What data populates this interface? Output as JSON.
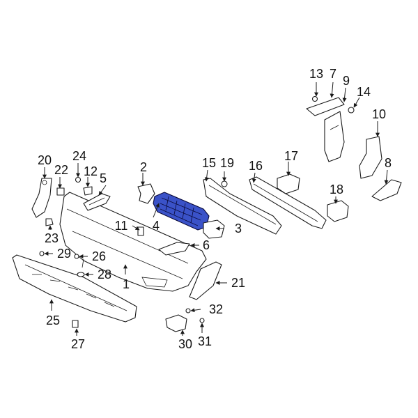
{
  "colors": {
    "outline": "#1a1a1a",
    "highlight_fill": "#3a52c8",
    "highlight_stroke": "#0a0a3a",
    "background": "#ffffff"
  },
  "highlighted_part": "4",
  "callouts": {
    "c1": "1",
    "c2": "2",
    "c3": "3",
    "c4": "4",
    "c5": "5",
    "c6": "6",
    "c7": "7",
    "c8": "8",
    "c9": "9",
    "c10": "10",
    "c11": "11",
    "c12": "12",
    "c13": "13",
    "c14": "14",
    "c15": "15",
    "c16": "16",
    "c17": "17",
    "c18": "18",
    "c19": "19",
    "c20": "20",
    "c21": "21",
    "c22": "22",
    "c23": "23",
    "c24": "24",
    "c25": "25",
    "c26": "26",
    "c27": "27",
    "c28": "28",
    "c29": "29",
    "c30": "30",
    "c31": "31",
    "c32": "32"
  }
}
